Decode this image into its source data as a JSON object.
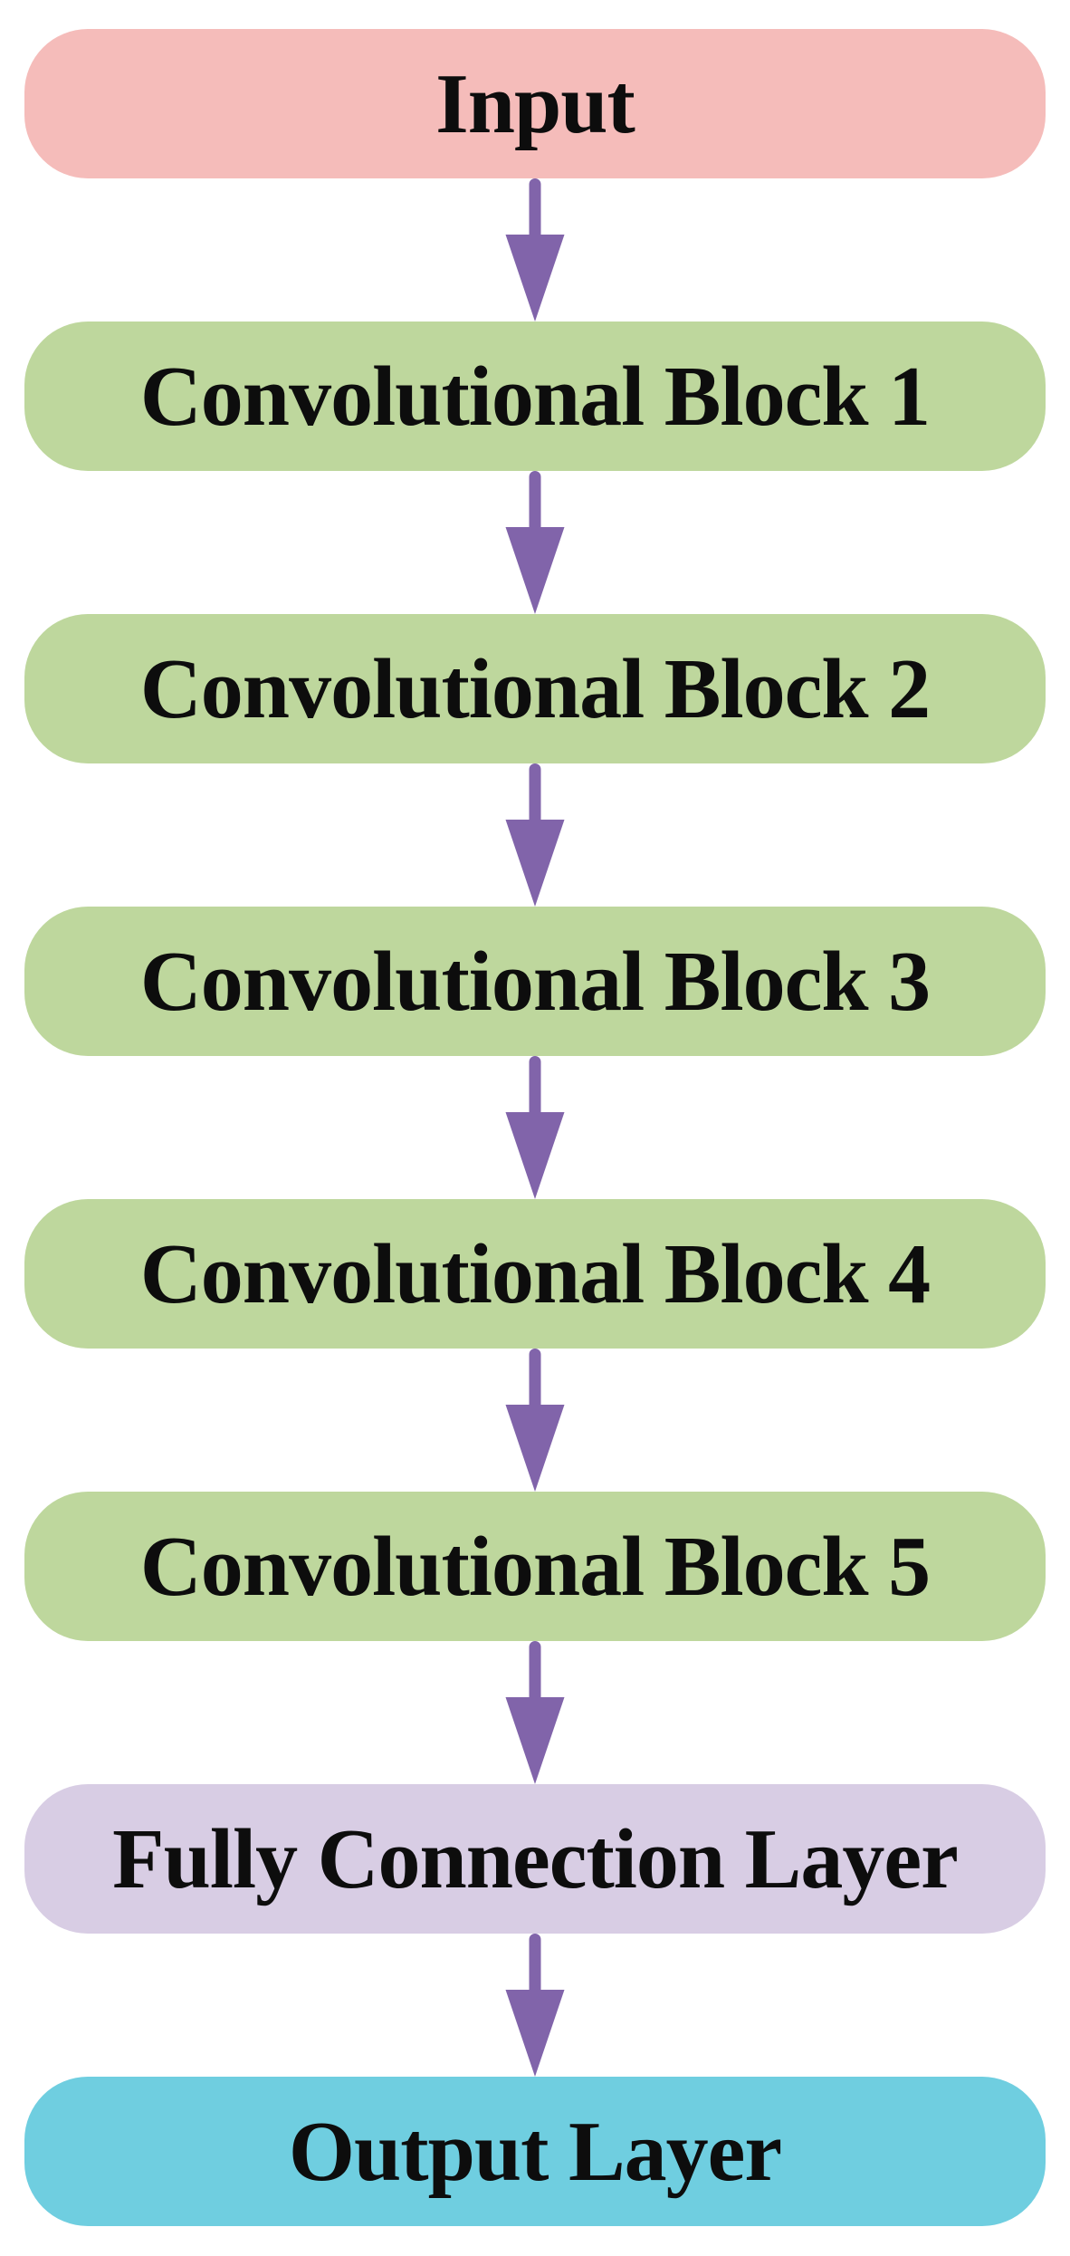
{
  "figure": {
    "background_color": "#ffffff",
    "text_color": "#0d0d0d",
    "arrow_color": "#8164aa",
    "arrow_icon": "arrow-down",
    "nodes": [
      {
        "id": "input",
        "label": "Input",
        "fill": "#f5bcba"
      },
      {
        "id": "conv-block-1",
        "label": "Convolutional Block 1",
        "fill": "#bed79d"
      },
      {
        "id": "conv-block-2",
        "label": "Convolutional Block 2",
        "fill": "#bed79d"
      },
      {
        "id": "conv-block-3",
        "label": "Convolutional Block 3",
        "fill": "#bed79d"
      },
      {
        "id": "conv-block-4",
        "label": "Convolutional Block 4",
        "fill": "#bed79d"
      },
      {
        "id": "conv-block-5",
        "label": "Convolutional Block 5",
        "fill": "#bed79d"
      },
      {
        "id": "fully-connection",
        "label": "Fully Connection Layer",
        "fill": "#d8cde4"
      },
      {
        "id": "output-layer",
        "label": "Output Layer",
        "fill": "#6fcee0"
      }
    ]
  }
}
